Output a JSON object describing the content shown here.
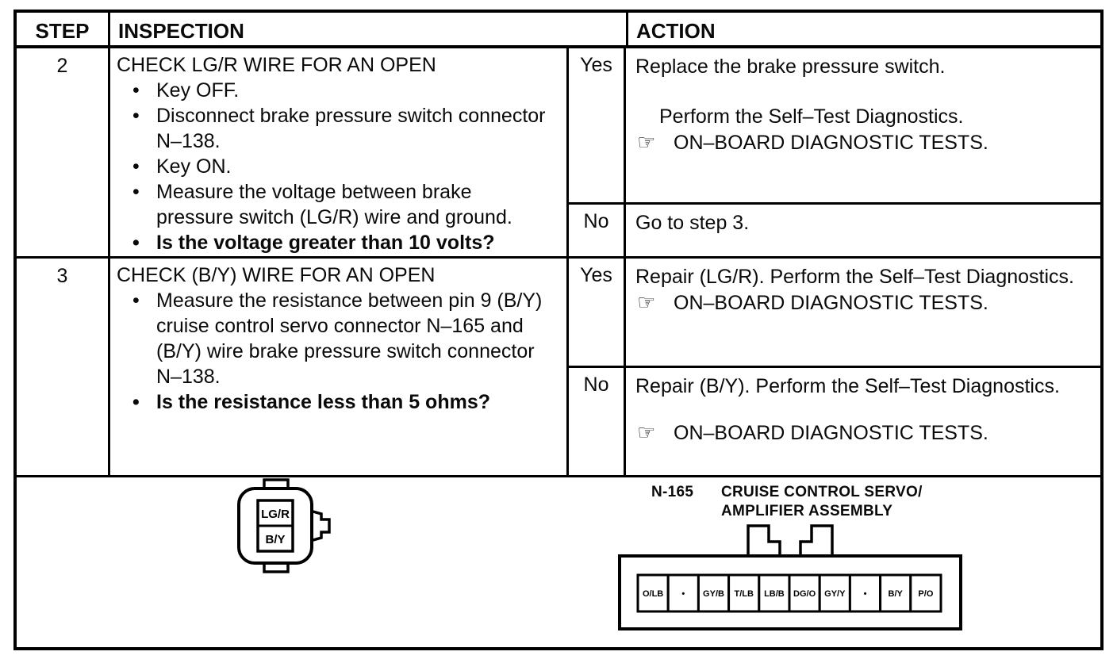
{
  "glyphs": {
    "bullet": "•",
    "hand": "☞"
  },
  "header": {
    "step": "STEP",
    "inspection": "INSPECTION",
    "action": "ACTION"
  },
  "steps": [
    {
      "step": "2",
      "title": "CHECK LG/R WIRE FOR AN OPEN",
      "bullets": [
        "Key OFF.",
        "Disconnect brake pressure switch connector N–138.",
        "Key ON.",
        "Measure the voltage between brake pressure switch (LG/R) wire and ground.",
        "Is the voltage greater than 10 volts?"
      ],
      "yes_label": "Yes",
      "no_label": "No",
      "yes_action": {
        "text": "Replace the brake pressure switch.",
        "perform": "Perform the Self–Test Diagnostics.",
        "reference": "ON–BOARD DIAGNOSTIC TESTS."
      },
      "no_action": {
        "text": "Go to step 3."
      }
    },
    {
      "step": "3",
      "title": "CHECK (B/Y) WIRE FOR AN OPEN",
      "bullets": [
        "Measure the resistance between pin 9 (B/Y) cruise control servo connector N–165 and (B/Y) wire brake pressure switch connector N–138.",
        "Is the resistance less than 5 ohms?"
      ],
      "yes_label": "Yes",
      "no_label": "No",
      "yes_action": {
        "text": "Repair (LG/R). Perform the Self–Test Diagnostics.",
        "reference": "ON–BOARD DIAGNOSTIC TESTS."
      },
      "no_action": {
        "text": "Repair (B/Y). Perform the Self–Test Diagnostics.",
        "reference": "ON–BOARD DIAGNOSTIC TESTS."
      }
    }
  ],
  "diagram": {
    "brake_switch_connector": {
      "pins": [
        "LG/R",
        "B/Y"
      ]
    },
    "servo_connector": {
      "id": "N-165",
      "name_line1": "CRUISE CONTROL SERVO/",
      "name_line2": "AMPLIFIER ASSEMBLY",
      "pins": [
        "O/LB",
        "•",
        "GY/B",
        "T/LB",
        "LB/B",
        "DG/O",
        "GY/Y",
        "•",
        "B/Y",
        "P/O"
      ]
    }
  }
}
